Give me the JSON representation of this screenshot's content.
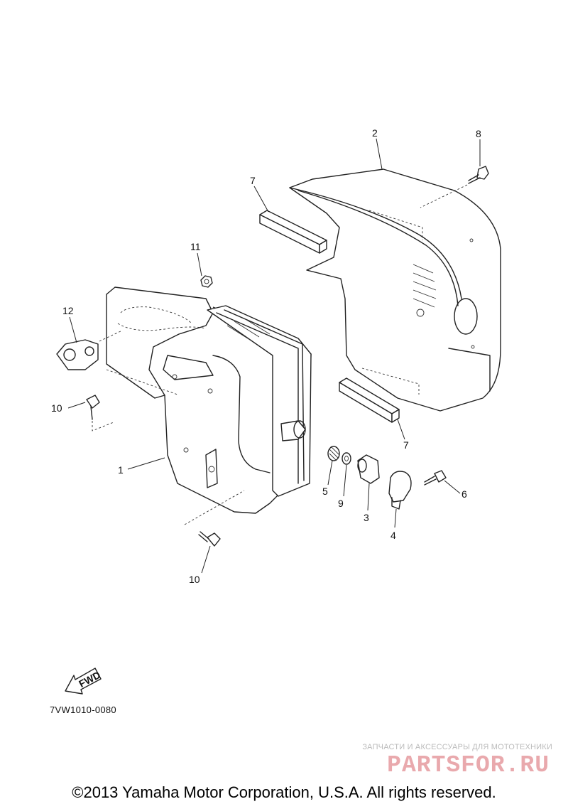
{
  "diagram": {
    "callouts": {
      "c1": "1",
      "c2": "2",
      "c3": "3",
      "c4": "4",
      "c5": "5",
      "c6": "6",
      "c7a": "7",
      "c7b": "7",
      "c8": "8",
      "c9": "9",
      "c10a": "10",
      "c10b": "10",
      "c11": "11",
      "c12": "12"
    },
    "fwd_label": "FWD",
    "code": "7VW1010-0080"
  },
  "watermark": {
    "tagline": "ЗАПЧАСТИ И АКСЕССУАРЫ ДЛЯ МОТОТЕХНИКИ",
    "logo": "PARTSFOR.RU"
  },
  "footer": {
    "copyright": "©2013 Yamaha Motor Corporation, U.S.A. All rights reserved."
  }
}
